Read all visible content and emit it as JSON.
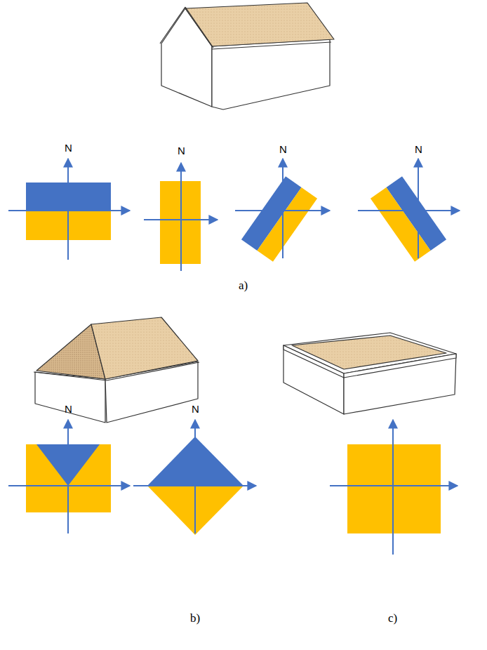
{
  "diagram": {
    "labels": [
      "N",
      "N",
      "N",
      "N",
      "a)",
      "N",
      "N",
      "b)",
      "c)"
    ]
  }
}
